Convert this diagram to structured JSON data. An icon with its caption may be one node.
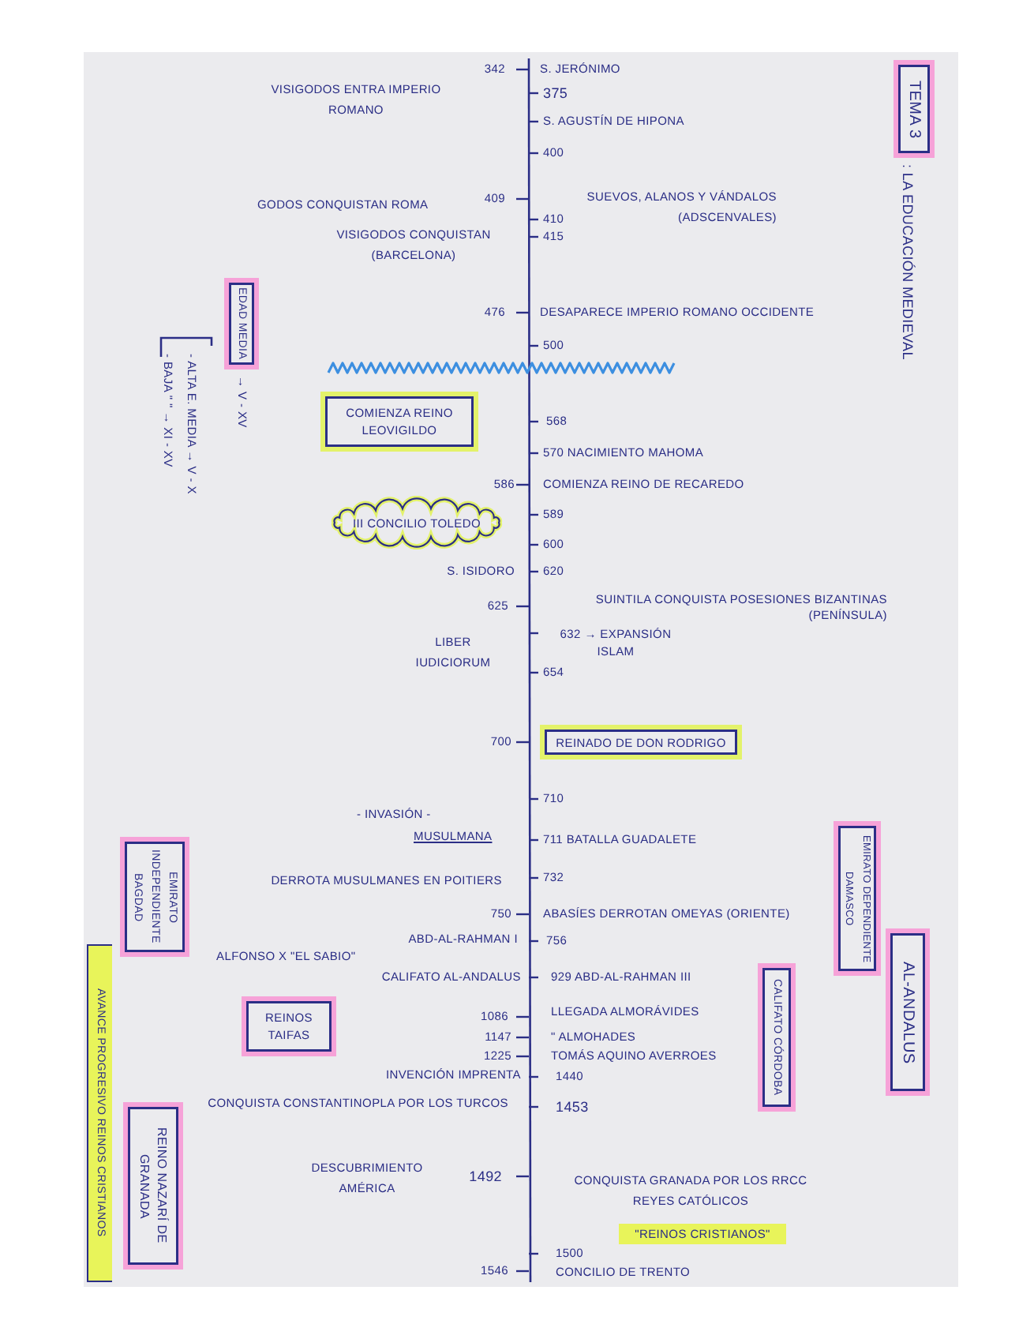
{
  "diagram": {
    "nodes": [
      {
        "text": [
          "TEMA 3"
        ],
        "beside": [
          ": LA EDUCACIÓN MEDIEVAL"
        ]
      },
      {
        "text": [
          "EDAD MEDIA"
        ],
        "beside": [
          "→ V - XV"
        ]
      },
      {
        "text": [
          "COMIENZA REINO LEOVIGILDO"
        ]
      },
      {
        "text": [
          "III CONCILIO TOLEDO"
        ]
      },
      {
        "text": [
          "REINADO DE DON RODRIGO"
        ]
      },
      {
        "text": [
          "EMIRATO INDEPENDIENTE BAGDAD"
        ]
      },
      {
        "text": [
          "EMIRATO DEPENDIENTE DAMASCO"
        ]
      },
      {
        "text": [
          "AVANCE PROGRESIVO REINOS CRISTIANOS"
        ]
      },
      {
        "text": [
          "AL-ANDALUS"
        ]
      },
      {
        "text": [
          "CALIFATO CÓRDOBA"
        ]
      },
      {
        "text": [
          "REINOS TAIFAS"
        ]
      },
      {
        "text": [
          "REINO NAZARÍ DE GRANADA"
        ]
      },
      {
        "text": [
          "\"REINOS CRISTIANOS\""
        ]
      }
    ],
    "labels": [
      "VISIGODOS ENTRA IMPERIO ROMANO",
      "342",
      "S. JERÓNIMO",
      "375",
      "S. AGUSTÍN DE HIPONA",
      "400",
      "GODOS CONQUISTAN ROMA",
      "409",
      "SUEVOS, ALANOS Y VÁNDALOS (ADSCENVALES)",
      "410",
      "VISIGODOS CONQUISTAN (BARCELONA)",
      "415",
      "476",
      "DESAPARECE IMPERIO ROMANO OCCIDENTE",
      "500",
      "- BAJA \" \" → XI - XV",
      "- ALTA E. MEDIA → V - X",
      "568",
      "570 NACIMIENTO MAHOMA",
      "586",
      "COMIENZA REINO DE RECAREDO",
      "589",
      "600",
      "S. ISIDORO",
      "620",
      "625",
      "SUINTILA CONQUISTA POSESIONES BIZANTINAS (PENÍNSULA)",
      "LIBER IUDICIORUM",
      "632 → EXPANSIÓN ISLAM",
      "654",
      "700",
      "710",
      "- INVASIÓN -",
      "MUSULMANA",
      "711 BATALLA GUADALETE",
      "DERROTA MUSULMANES EN POITIERS",
      "732",
      "750",
      "ABASÍES DERROTAN OMEYAS (ORIENTE)",
      "ABD-AL-RAHMAN I",
      "756",
      "ALFONSO X \"EL SABIO\"",
      "CALIFATO AL-ANDALUS",
      "929 ABD-AL-RAHMAN III",
      "1086",
      "LLEGADA ALMORÁVIDES",
      "1147",
      "\" ALMOHADES",
      "1225",
      "TOMÁS AQUINO AVERROES",
      "INVENCIÓN IMPRENTA",
      "1440",
      "CONQUISTA CONSTANTINOPLA POR LOS TURCOS",
      "1453",
      "DESCUBRIMIENTO AMÉRICA",
      "1492",
      "CONQUISTA GRANADA POR LOS RRCC REYES CATÓLICOS",
      "1500",
      "1546",
      "CONCILIO DE TRENTO"
    ]
  }
}
